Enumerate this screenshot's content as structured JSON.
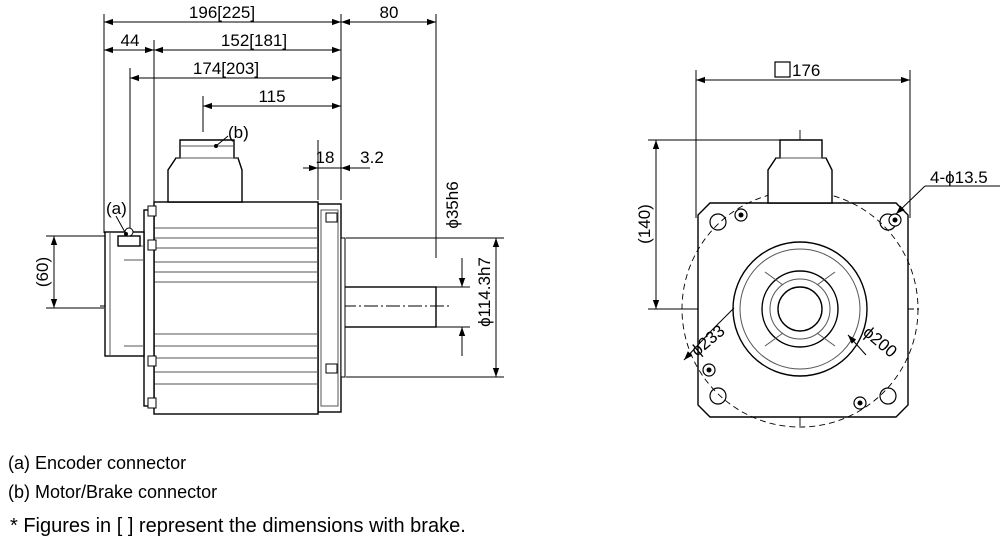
{
  "side_view": {
    "dims": {
      "overall": "196[225]",
      "shaft_len": "80",
      "flange_to_rear": "44",
      "body_len": "152[181]",
      "to_connector_a": "174[203]",
      "to_connector_b": "115",
      "flange_thk": "18",
      "spigot": "3.2",
      "shaft_dia": "ϕ35h6",
      "pilot_dia": "ϕ114.3h7",
      "enc_height": "(60)"
    },
    "callouts": {
      "a": "(a)",
      "b": "(b)"
    }
  },
  "front_view": {
    "dims": {
      "square": "176",
      "height": "(140)",
      "holes": "4-ϕ13.5",
      "pcd": "ϕ233",
      "spigot_dia": "ϕ200"
    }
  },
  "notes": {
    "a": "(a) Encoder connector",
    "b": "(b) Motor/Brake connector",
    "brake": "* Figures in [  ] represent the dimensions with brake."
  }
}
